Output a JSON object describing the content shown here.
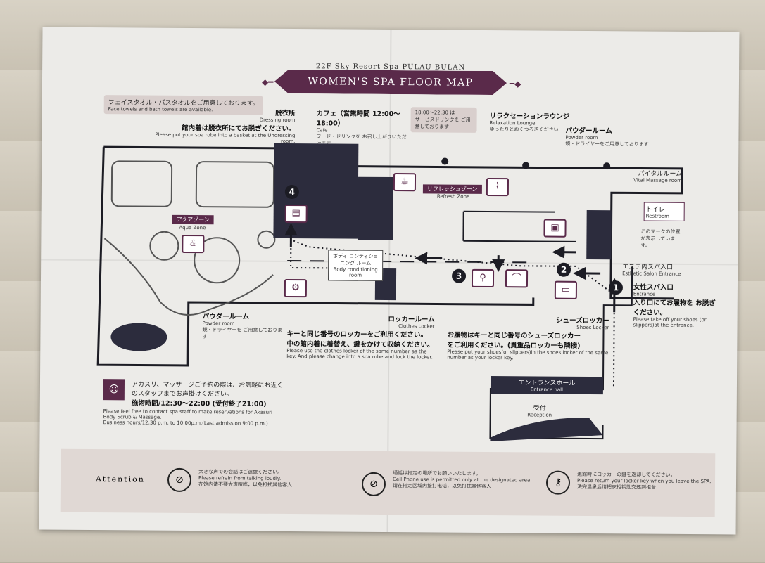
{
  "header": {
    "subtitle": "22F Sky Resort Spa PULAU BULAN",
    "title": "WOMEN'S SPA FLOOR MAP"
  },
  "towel_note": {
    "jp": "フェイスタオル・バスタオルをご用意しております。",
    "en": "Face towels and bath towels are available."
  },
  "dressing_room": {
    "jp": "脱衣所",
    "en": "Dressing room",
    "note_jp": "館内着は脱衣所にてお脱ぎください。",
    "note_en": "Please put your spa robe into a basket at the Undressing room."
  },
  "cafe": {
    "jp": "カフェ（営業時間 12:00～18:00）",
    "en": "Cafe",
    "note_jp": "フード・ドリンクを お召し上がりいただけます"
  },
  "service_drink": {
    "time": "18:00～22:30 は",
    "jp": "サービスドリンクを ご用意しております"
  },
  "relaxation": {
    "jp": "リラクセーションラウンジ",
    "en": "Relaxation Lounge",
    "note_jp": "ゆったりとおくつろぎください"
  },
  "powder_top": {
    "jp": "パウダールーム",
    "en": "Powder room",
    "note_jp": "鏡・ドライヤーをご用意しております"
  },
  "vital": {
    "jp": "バイタルルーム",
    "en": "Vital Massage room"
  },
  "restroom": {
    "jp": "トイレ",
    "en": "Restroom",
    "note_jp": "このマークの位置 が表示しています。"
  },
  "esthetic": {
    "jp": "エステ内スパ入口",
    "en": "Esthetic Salon Entrance"
  },
  "entrance": {
    "jp": "女性スパ入口",
    "en": "Entrance",
    "note_jp": "入り口にてお履物を お脱ぎください。",
    "note_en": "Please take off your shoes (or slippers)at the entrance."
  },
  "refresh": {
    "jp": "リフレッシュゾーン",
    "en": "Refresh Zone"
  },
  "aqua": {
    "jp": "アクアゾーン",
    "en": "Aqua Zone"
  },
  "body_cond": {
    "jp": "ボディ コンディショニング ルーム",
    "en": "Body conditioning room"
  },
  "powder_bottom": {
    "jp": "パウダールーム",
    "en": "Powder room",
    "note_jp": "鏡・ドライヤーを ご用意しております"
  },
  "clothes_locker": {
    "jp": "ロッカールーム",
    "en": "Clothes Locker",
    "note_jp1": "キーと同じ番号のロッカーをご利用ください。",
    "note_jp2": "中の館内着に着替え、鍵をかけて収納ください。",
    "note_en": "Please use the clothes locker of the same number as the key. And please change into a spa robe and lock the locker."
  },
  "shoes_locker": {
    "jp": "シューズロッカー",
    "en": "Shoes Locker",
    "note_jp1": "お履物はキーと同じ番号のシューズロッカー",
    "note_jp2": "をご利用ください。(貴重品ロッカーも隣接)",
    "note_en": "Please put your shoes(or slippers)in the shoes locker of the same number as your locker key."
  },
  "entrance_hall": {
    "jp": "エントランスホール",
    "en": "Entrance hall"
  },
  "reception": {
    "jp": "受付",
    "en": "Reception"
  },
  "massage": {
    "jp1": "アカスリ、マッサージご予約の際は、お気軽にお近く",
    "jp2": "のスタッフまでお声掛けください。",
    "hours_jp": "施術時間/12:30～22:00 (受付終了21:00)",
    "en1": "Please feel free to contact spa staff to make reservations for Akasuri",
    "en2": "Body Scrub & Massage.",
    "hours_en": "Business hours/12:30 p.m. to 10:00p.m.(Last admission 9:00 p.m.)"
  },
  "steps": [
    "1",
    "2",
    "3",
    "4"
  ],
  "attention": {
    "label": "Attention",
    "items": [
      {
        "icon": "no-talking-icon",
        "jp": "大きな声での会話はご遠慮ください。",
        "en": "Please refrain from talking loudly.",
        "zh": "在馆内请不要大声喧哗，以免打扰其他客人"
      },
      {
        "icon": "no-phone-icon",
        "jp": "通話は指定の場所でお願いいたします。",
        "en": "Cell Phone use is permitted only at the designated area.",
        "zh": "请在指定区域内接打电话，以免打扰其他客人"
      },
      {
        "icon": "return-key-icon",
        "jp": "退館時にロッカーの鍵を返却してください。",
        "en": "Please return your locker key when you leave the SPA.",
        "zh": "洗完温泉后请把衣柜钥匙交还到柜台"
      }
    ]
  }
}
